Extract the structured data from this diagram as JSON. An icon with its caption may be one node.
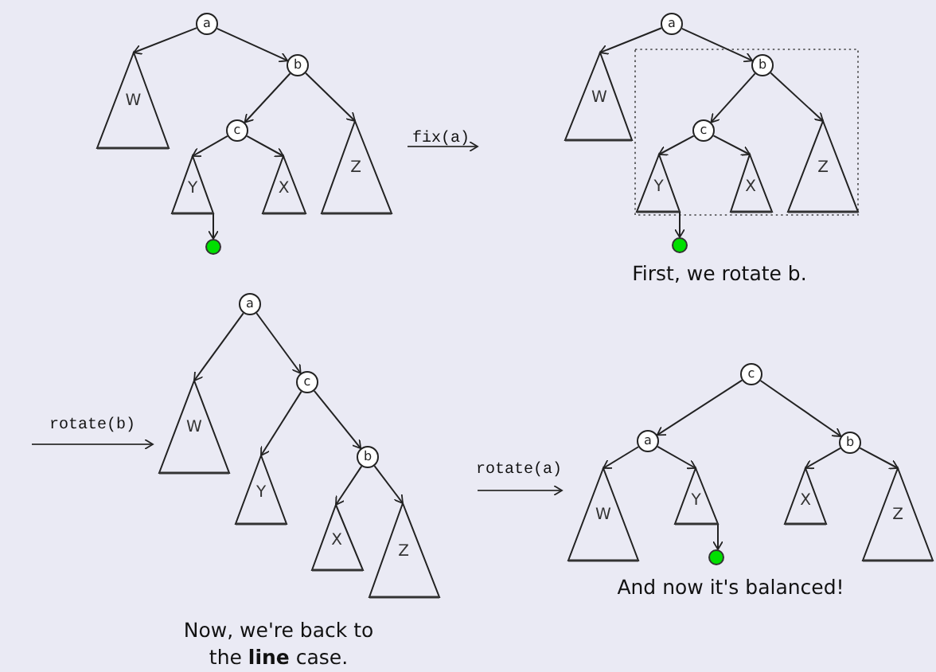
{
  "diagram": {
    "nodes": [
      {
        "text": [
          "a"
        ]
      },
      {
        "text": [
          "W"
        ]
      },
      {
        "text": [
          "b"
        ]
      },
      {
        "text": [
          "c"
        ]
      },
      {
        "text": [
          "Z"
        ]
      },
      {
        "text": [
          "Y"
        ]
      },
      {
        "text": [
          "X"
        ]
      },
      {
        "text": [],
        "shape": "circle"
      },
      {
        "text": [
          "a"
        ]
      },
      {
        "text": [
          "W"
        ]
      },
      {
        "text": [
          "b"
        ]
      },
      {
        "text": [
          "c"
        ]
      },
      {
        "text": [
          "Z"
        ]
      },
      {
        "text": [
          "Y"
        ]
      },
      {
        "text": [
          "X"
        ]
      },
      {
        "text": [],
        "shape": "circle"
      },
      {
        "text": [
          "a"
        ]
      },
      {
        "text": [
          "W"
        ]
      },
      {
        "text": [
          "c"
        ]
      },
      {
        "text": [
          "Y"
        ]
      },
      {
        "text": [
          "b"
        ]
      },
      {
        "text": [
          "X"
        ]
      },
      {
        "text": [
          "Z"
        ]
      },
      {
        "text": [
          "c"
        ]
      },
      {
        "text": [
          "a"
        ]
      },
      {
        "text": [
          "b"
        ]
      },
      {
        "text": [
          "W"
        ]
      },
      {
        "text": [
          "Y"
        ]
      },
      {
        "text": [
          "X"
        ]
      },
      {
        "text": [
          "Z"
        ]
      },
      {
        "text": [],
        "shape": "circle"
      }
    ],
    "edges": [
      {
        "from": 0,
        "to": 1,
        "arrow": "to"
      },
      {
        "from": 0,
        "to": 2,
        "arrow": "to"
      },
      {
        "from": 2,
        "to": 3,
        "arrow": "to"
      },
      {
        "from": 2,
        "to": 4,
        "arrow": "to"
      },
      {
        "from": 3,
        "to": 5,
        "arrow": "to"
      },
      {
        "from": 3,
        "to": 6,
        "arrow": "to"
      },
      {
        "from": 5,
        "to": 7,
        "arrow": "to"
      },
      {
        "from": 8,
        "to": 9,
        "arrow": "to"
      },
      {
        "from": 8,
        "to": 10,
        "arrow": "to"
      },
      {
        "from": 10,
        "to": 11,
        "arrow": "to"
      },
      {
        "from": 10,
        "to": 12,
        "arrow": "to"
      },
      {
        "from": 11,
        "to": 13,
        "arrow": "to"
      },
      {
        "from": 11,
        "to": 14,
        "arrow": "to"
      },
      {
        "from": 13,
        "to": 15,
        "arrow": "to"
      },
      {
        "from": 16,
        "to": 17,
        "arrow": "to"
      },
      {
        "from": 16,
        "to": 18,
        "arrow": "to"
      },
      {
        "from": 18,
        "to": 19,
        "arrow": "to"
      },
      {
        "from": 18,
        "to": 20,
        "arrow": "to"
      },
      {
        "from": 20,
        "to": 21,
        "arrow": "to"
      },
      {
        "from": 20,
        "to": 22,
        "arrow": "to"
      },
      {
        "from": 23,
        "to": 24,
        "arrow": "to"
      },
      {
        "from": 23,
        "to": 25,
        "arrow": "to"
      },
      {
        "from": 24,
        "to": 26,
        "arrow": "to"
      },
      {
        "from": 24,
        "to": 27,
        "arrow": "to"
      },
      {
        "from": 25,
        "to": 28,
        "arrow": "to"
      },
      {
        "from": 25,
        "to": 29,
        "arrow": "to"
      },
      {
        "from": 27,
        "to": 30,
        "arrow": "to"
      }
    ],
    "labels": [
      "fix(a)",
      "First, we rotate b.",
      "rotate(b)",
      "Now, we're back to the **line** case.",
      "rotate(a)",
      "And now it's balanced!"
    ]
  }
}
